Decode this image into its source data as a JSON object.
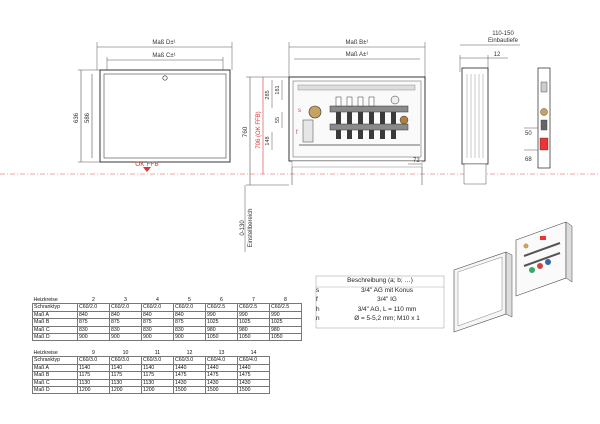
{
  "dims": {
    "front_width_outer": "Maß D±¹",
    "front_width_inner": "Maß C±¹",
    "front_height_outer": "636",
    "front_height_inner": "586",
    "floor_label": "OK FFB",
    "open_width_outer": "Maß B±¹",
    "open_width_inner": "Maß A±¹",
    "total_height": "760",
    "height_ok_ffb": "706 (OK FFB)",
    "dim_285": "285",
    "dim_181": "181",
    "dim_55": "55",
    "dim_148": "148",
    "dim_72": "72",
    "adjust_range": "0-130",
    "adjust_label": "Einstellbereich",
    "depth_range": "110-150",
    "depth_label": "Einbautiefe",
    "dim_12": "12",
    "dim_50": "50",
    "dim_68": "68"
  },
  "legend": {
    "header": "Beschreibung (a; b; …)",
    "rows": [
      {
        "key": "s",
        "value": "3/4\" AG mit Konus"
      },
      {
        "key": "f",
        "value": "3/4\" IG"
      },
      {
        "key": "h",
        "value": "3/4\" AG, L = 110 mm"
      },
      {
        "key": "n",
        "value": "Ø = 5-5,2 mm; M10 x 1"
      }
    ]
  },
  "table1": {
    "header": [
      "Heizkreise",
      "2",
      "3",
      "4",
      "5",
      "6",
      "7",
      "8"
    ],
    "rows": [
      [
        "Schranktyp",
        "C60/2.0",
        "C60/2.0",
        "C60/2.0",
        "C60/2.0",
        "C60/2.5",
        "C60/2.5",
        "C60/2.5"
      ],
      [
        "Maß A",
        "840",
        "840",
        "840",
        "840",
        "990",
        "990",
        "990"
      ],
      [
        "Maß B",
        "875",
        "875",
        "875",
        "875",
        "1025",
        "1025",
        "1025"
      ],
      [
        "Maß C",
        "830",
        "830",
        "830",
        "830",
        "980",
        "980",
        "980"
      ],
      [
        "Maß D",
        "900",
        "900",
        "900",
        "900",
        "1050",
        "1050",
        "1050"
      ]
    ]
  },
  "table2": {
    "header": [
      "Heizkreise",
      "9",
      "10",
      "11",
      "12",
      "13",
      "14"
    ],
    "rows": [
      [
        "Schranktyp",
        "C60/3.0",
        "C60/3.0",
        "C60/3.0",
        "C60/3.0",
        "C60/4.0",
        "C60/4.0"
      ],
      [
        "Maß A",
        "1140",
        "1140",
        "1140",
        "1440",
        "1440",
        "1440"
      ],
      [
        "Maß B",
        "1175",
        "1175",
        "1175",
        "1475",
        "1475",
        "1475"
      ],
      [
        "Maß C",
        "1130",
        "1130",
        "1130",
        "1430",
        "1430",
        "1430"
      ],
      [
        "Maß D",
        "1200",
        "1200",
        "1200",
        "1500",
        "1500",
        "1500"
      ]
    ]
  }
}
